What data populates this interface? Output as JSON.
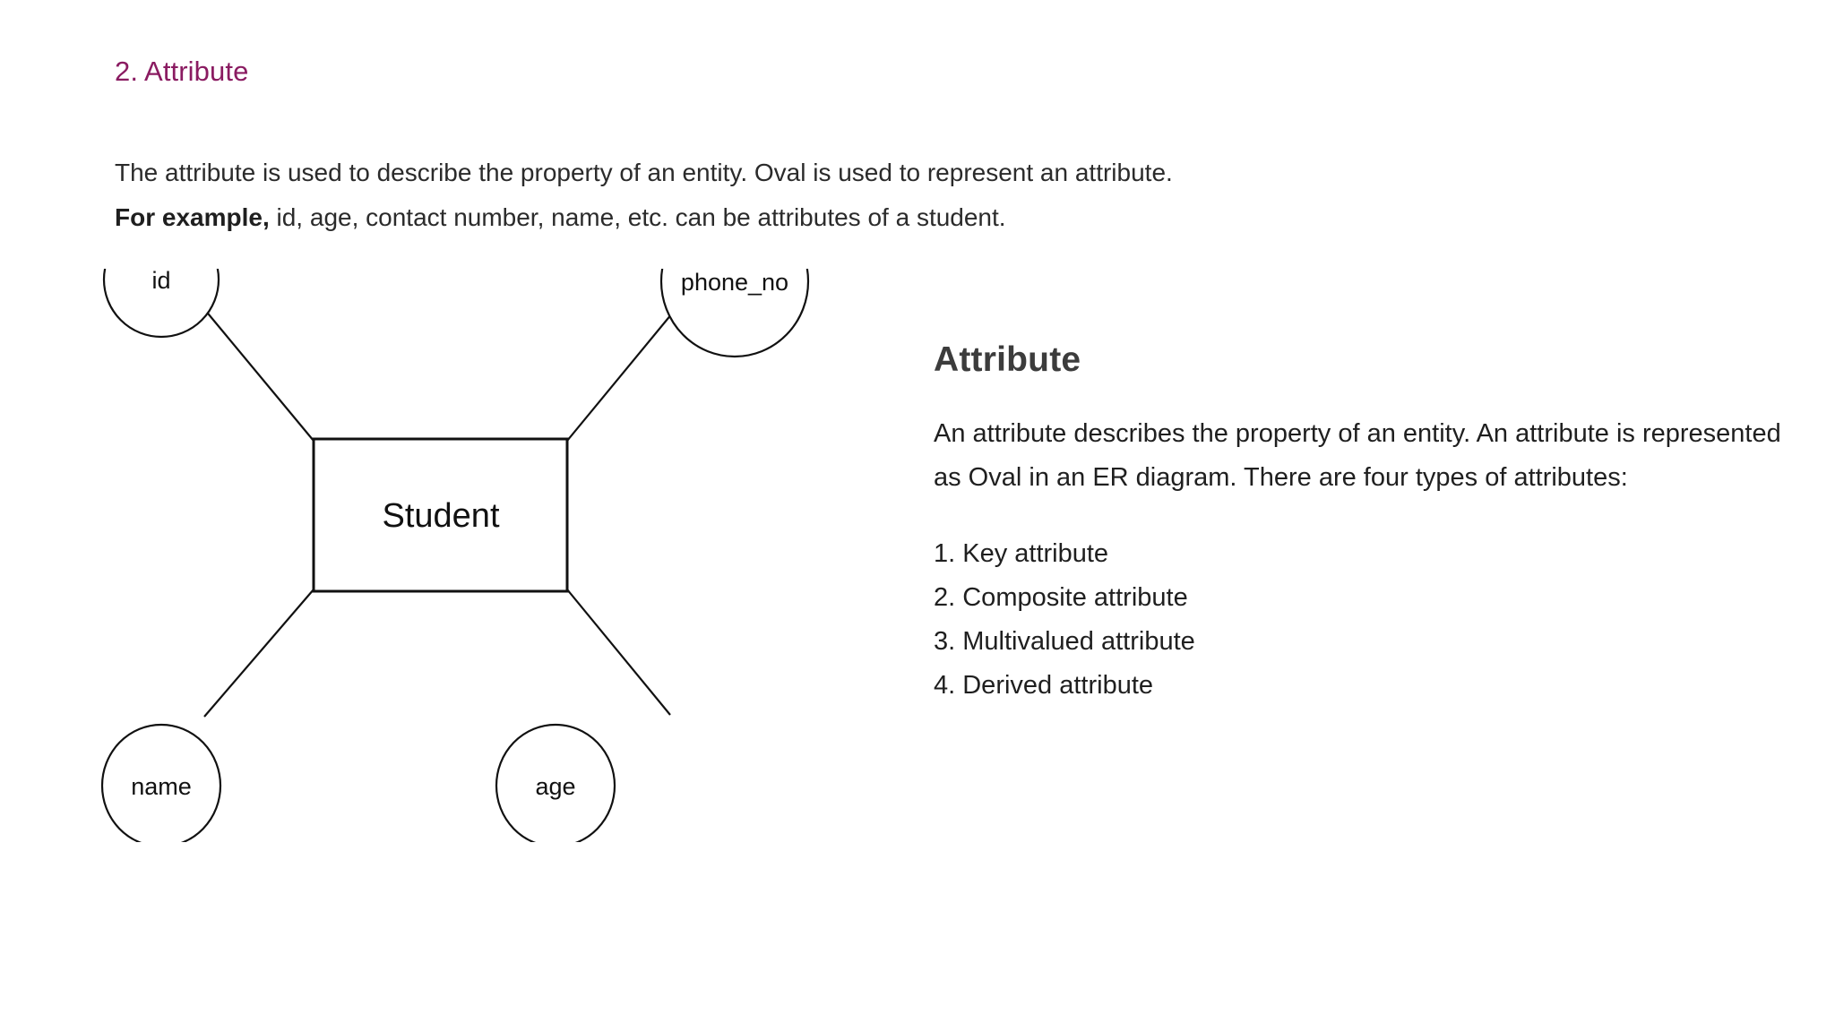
{
  "article": {
    "heading": "2. Attribute",
    "paragraph_lines": [
      "The attribute is used to describe the property of an entity. Oval is used to represent an attribute.",
      "id, age, contact number, name, etc. can be attributes of a student."
    ],
    "example_label": "For example,"
  },
  "diagram": {
    "type": "er-diagram",
    "entity": {
      "label": "Student"
    },
    "attributes": [
      {
        "label": "id",
        "position": "top-left"
      },
      {
        "label": "phone_no",
        "position": "top-right"
      },
      {
        "label": "name",
        "position": "bottom-left"
      },
      {
        "label": "age",
        "position": "bottom-right"
      }
    ],
    "stroke_color": "#111111",
    "fill_color": "#ffffff"
  },
  "panel": {
    "title": "Attribute",
    "description": "An attribute describes the property of an entity. An attribute is represented as Oval in an ER diagram. There are four types of attributes:",
    "types": [
      "1. Key attribute",
      "2. Composite attribute",
      "3. Multivalued attribute",
      "4. Derived attribute"
    ]
  },
  "colors": {
    "heading_purple": "#8a1b61",
    "body_text": "#1f1f1f",
    "panel_title": "#3c3c3c",
    "page_background": "#ffffff"
  }
}
